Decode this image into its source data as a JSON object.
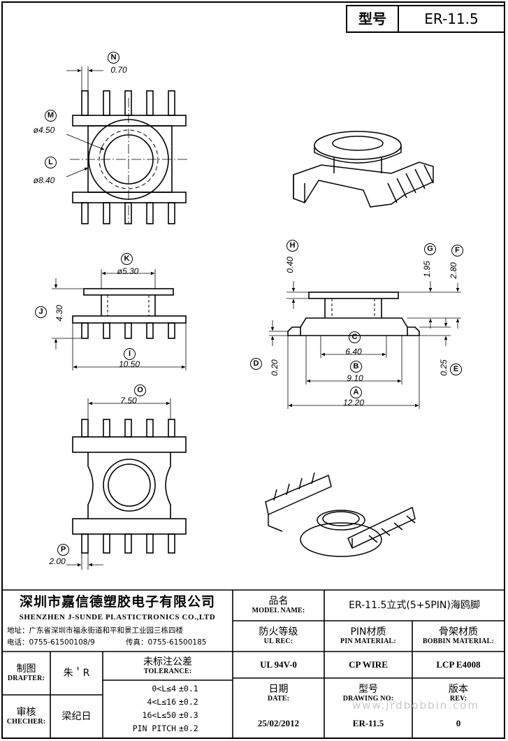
{
  "header": {
    "type_label": "型号",
    "type_value": "ER-11.5"
  },
  "dimensions": {
    "N": "0.70",
    "M": "ø4.50",
    "L": "ø8.40",
    "K": "ø5.30",
    "J": "4.30",
    "I": "10.50",
    "H": "0.40",
    "G": "1.95",
    "F": "2.80",
    "C": "6.40",
    "B": "9.10",
    "A": "12.20",
    "D": "0.20",
    "E": "0.25",
    "O": "7.50",
    "P": "2.00"
  },
  "markers": [
    "N",
    "M",
    "L",
    "K",
    "J",
    "I",
    "H",
    "G",
    "F",
    "C",
    "B",
    "A",
    "D",
    "E",
    "O",
    "P"
  ],
  "title_block": {
    "company_cn": "深圳市嘉信德塑胶电子有限公司",
    "company_en": "SHENZHEN J-SUNDE PLASTICTRONICS CO.,LTD",
    "address": "地址：广东省深圳市福永街道和平和景工业园三栋四楼",
    "phone": "电话：0755-61500108/9",
    "fax": "传真：0755-61500185",
    "model_name_cn": "品名",
    "model_name_en": "MODEL NAME:",
    "model_name_value": "ER-11.5立式(5+5PIN)海鸥脚",
    "ul_cn": "防火等级",
    "ul_en": "UL REC:",
    "ul_value": "UL 94V-0",
    "pin_material_cn": "PIN材质",
    "pin_material_en": "PIN MATERIAL:",
    "pin_material_value": "CP WIRE",
    "bobbin_material_cn": "骨架材质",
    "bobbin_material_en": "BOBBIN MATERIAL:",
    "bobbin_material_value": "LCP E4008",
    "drafter_cn": "制图",
    "drafter_en": "DRAFTER:",
    "drafter_value": "朱＇R",
    "checker_cn": "审核",
    "checker_en": "CHECHER:",
    "checker_value": "梁纪日",
    "tolerance_cn": "未标注公差",
    "tolerance_en": "TOLERANCE:",
    "tolerances": [
      {
        "range": "0<L≤4",
        "value": "±0.1"
      },
      {
        "range": "4<L≤16",
        "value": "±0.2"
      },
      {
        "range": "16<L≤50",
        "value": "±0.3"
      },
      {
        "range": "PIN PITCH",
        "value": "±0.2"
      }
    ],
    "date_cn": "日期",
    "date_en": "DATE:",
    "date_value": "25/02/2012",
    "drawing_no_cn": "型号",
    "drawing_no_en": "DRAWING NO:",
    "drawing_no_value": "ER-11.5",
    "rev_cn": "版本",
    "rev_en": "REV:",
    "rev_value": "0"
  },
  "watermark": "www.jrdbobbin.com"
}
